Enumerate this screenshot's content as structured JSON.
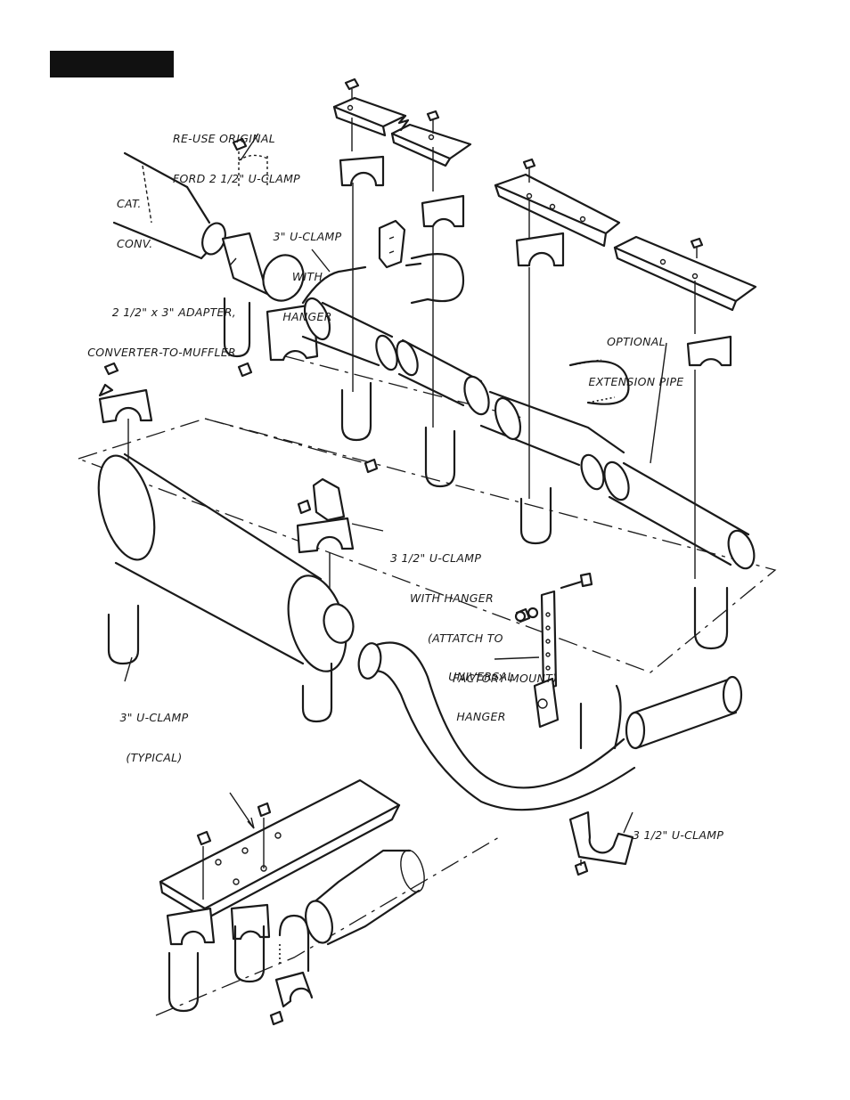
{
  "colors": {
    "ink": "#1a1a1a",
    "paper": "#ffffff",
    "tab": "#111111"
  },
  "labels": {
    "reuse_ford_clamp": [
      "RE-USE ORIGINAL",
      "FORD 2 1/2\" U-CLAMP"
    ],
    "cat_conv": [
      "CAT.",
      "CONV."
    ],
    "u_clamp_3_hanger": [
      "3\" U-CLAMP",
      "WITH",
      "HANGER"
    ],
    "adapter": [
      "2 1/2\" x 3\" ADAPTER,",
      "CONVERTER-TO-MUFFLER"
    ],
    "optional_extension": [
      "OPTIONAL",
      "EXTENSION PIPE"
    ],
    "u_clamp_35_hanger": [
      "3 1/2\" U-CLAMP",
      "WITH HANGER",
      "(ATTATCH TO",
      "FACTORY MOUNT)"
    ],
    "universal_hanger": [
      "UNIVERSAL",
      "HANGER"
    ],
    "u_clamp_3_typical": [
      "3\" U-CLAMP",
      "(TYPICAL)"
    ],
    "u_clamp_35": [
      "3 1/2\" U-CLAMP"
    ]
  }
}
